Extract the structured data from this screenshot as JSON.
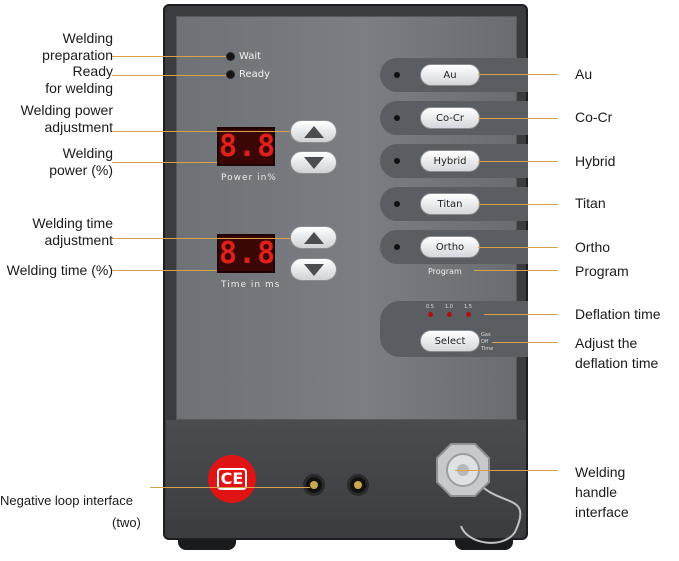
{
  "device": {
    "status": [
      {
        "label": "Wait"
      },
      {
        "label": "Ready"
      }
    ],
    "displays": [
      {
        "value": "8.8",
        "label": "Power  in%"
      },
      {
        "value": "8.8",
        "label": "Time  in  ms"
      }
    ],
    "programs": [
      "Au",
      "Co-Cr",
      "Hybrid",
      "Titan",
      "Ortho"
    ],
    "program_label": "Program",
    "select_label": "Select",
    "deflation_led_labels": [
      "0.5",
      "1.0",
      "1.5"
    ],
    "select_side_labels": [
      "Gas",
      "Off",
      "Time"
    ],
    "ce_mark": "CE"
  },
  "annotations_left": {
    "welding_preparation": [
      "Welding",
      "preparation"
    ],
    "ready_for_welding": [
      "Ready",
      "for welding"
    ],
    "welding_power_adjustment": [
      "Welding power",
      "adjustment"
    ],
    "welding_power": [
      "Welding",
      "power (%)"
    ],
    "welding_time_adjustment": [
      "Welding time",
      "adjustment"
    ],
    "welding_time": "Welding time (%)",
    "negative_loop": "Negative loop interface",
    "negative_loop_count": "(two)"
  },
  "annotations_right": {
    "au": "Au",
    "cocr": "Co-Cr",
    "hybrid": "Hybrid",
    "titan": "Titan",
    "ortho": "Ortho",
    "program": "Program",
    "deflation_time": "Deflation time",
    "adjust_deflation": [
      "Adjust the",
      "deflation time"
    ],
    "welding_handle": [
      "Welding",
      "handle",
      "interface"
    ]
  },
  "colors": {
    "leader_line": "#d8a24a",
    "display_digits": "#e0201b",
    "ce_badge": "#e01414"
  }
}
